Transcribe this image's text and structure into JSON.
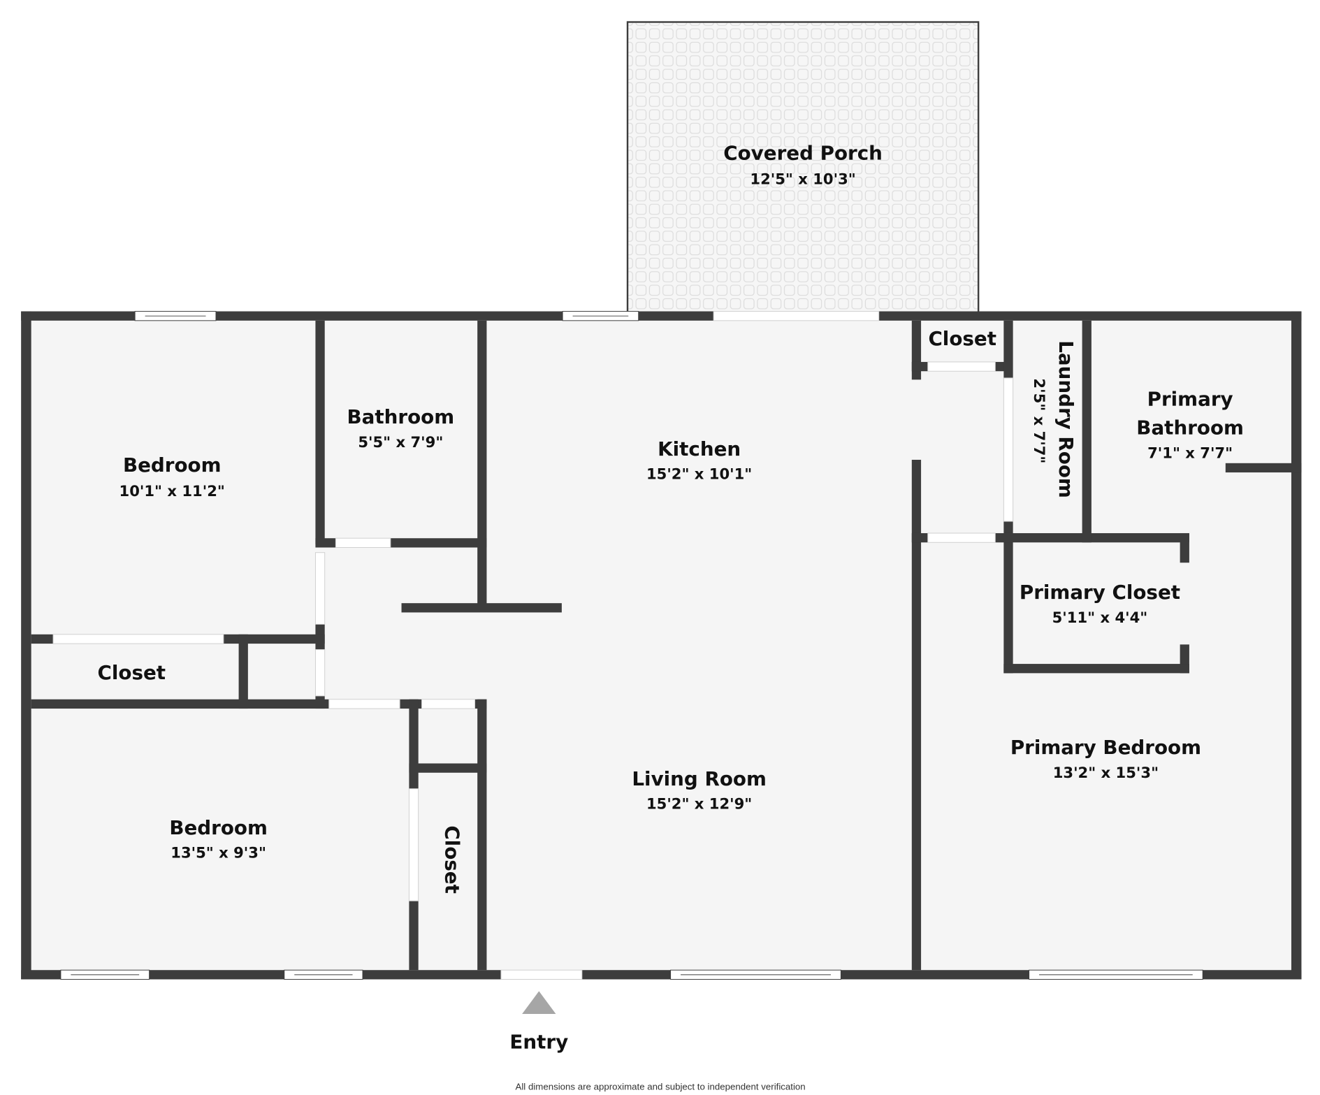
{
  "rooms": {
    "covered_porch": {
      "name": "Covered Porch",
      "dims": "12'5\" x 10'3\""
    },
    "bedroom_1": {
      "name": "Bedroom",
      "dims": "10'1\" x 11'2\""
    },
    "bathroom": {
      "name": "Bathroom",
      "dims": "5'5\" x 7'9\""
    },
    "kitchen": {
      "name": "Kitchen",
      "dims": "15'2\" x 10'1\""
    },
    "closet_top": {
      "name": "Closet"
    },
    "laundry_room": {
      "name": "Laundry Room",
      "dims": "2'5\" x 7'7\""
    },
    "primary_bathroom": {
      "name_line1": "Primary",
      "name_line2": "Bathroom",
      "dims": "7'1\" x 7'7\""
    },
    "primary_closet": {
      "name": "Primary Closet",
      "dims": "5'11\" x 4'4\""
    },
    "primary_bedroom": {
      "name": "Primary Bedroom",
      "dims": "13'2\" x 15'3\""
    },
    "closet_left": {
      "name": "Closet"
    },
    "bedroom_2": {
      "name": "Bedroom",
      "dims": "13'5\" x 9'3\""
    },
    "closet_hall": {
      "name": "Closet"
    },
    "living_room": {
      "name": "Living Room",
      "dims": "15'2\" x 12'9\""
    }
  },
  "entry": {
    "label": "Entry",
    "marker_color": "#a6a6a6"
  },
  "footer": "All dimensions are approximate and subject to independent verification",
  "colors": {
    "wall": "#3d3d3d",
    "floor": "#f5f5f5"
  }
}
